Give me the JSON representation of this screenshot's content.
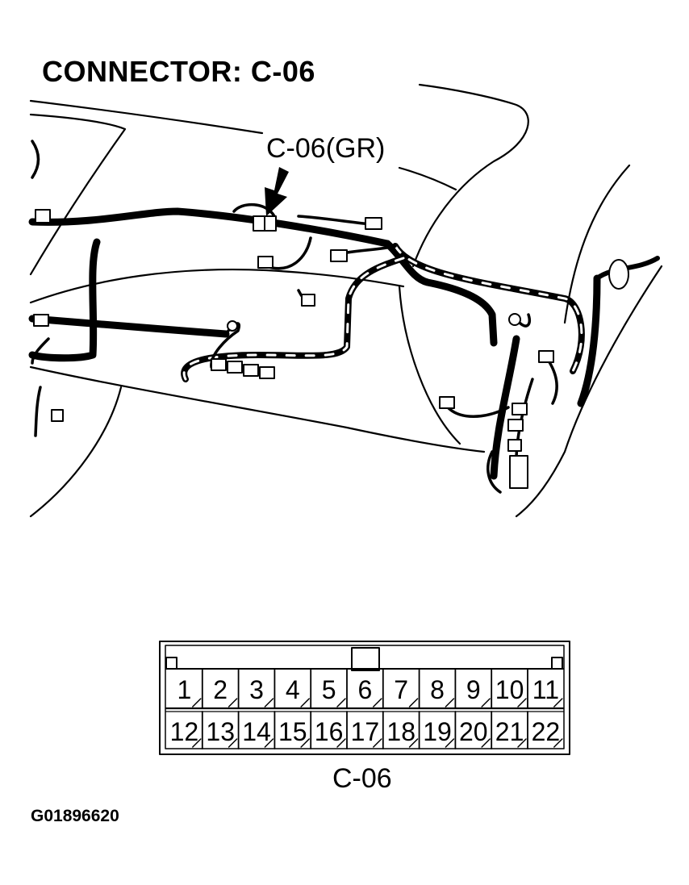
{
  "title": "CONNECTOR: C-06",
  "callout_label": "C-06(GR)",
  "connector": {
    "label": "C-06",
    "row1": [
      "1",
      "2",
      "3",
      "4",
      "5",
      "6",
      "7",
      "8",
      "9",
      "10",
      "11"
    ],
    "row2": [
      "12",
      "13",
      "14",
      "15",
      "16",
      "17",
      "18",
      "19",
      "20",
      "21",
      "22"
    ]
  },
  "figure_id": "G01896620"
}
